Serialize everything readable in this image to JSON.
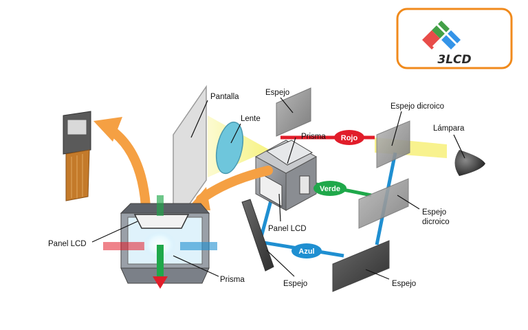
{
  "logo": {
    "text": "3LCD",
    "colors": {
      "border": "#f08a1c",
      "red": "#e53935",
      "green": "#43a047",
      "blue": "#1e88e5"
    }
  },
  "labels": {
    "pantalla": "Pantalla",
    "lente": "Lente",
    "espejo_top": "Espejo",
    "prisma_center": "Prisma",
    "espejo_dicroico_top": "Espejo dicroico",
    "lampara": "Lámpara",
    "espejo_dicroico_right_l1": "Espejo",
    "espejo_dicroico_right_l2": "dicroico",
    "panel_lcd_center": "Panel LCD",
    "panel_lcd_left": "Panel LCD",
    "prisma_left": "Prisma",
    "espejo_bottom_left": "Espejo",
    "espejo_bottom_right": "Espejo"
  },
  "beams": {
    "red": "Rojo",
    "green": "Verde",
    "blue": "Azul"
  },
  "colors": {
    "red_beam": "#e11d2a",
    "green_beam": "#1fa84a",
    "blue_beam": "#1f8fd1",
    "arrow_orange": "#f5a043",
    "light_yellow": "#f7f07a",
    "lens_blue": "#6ec6dc"
  }
}
